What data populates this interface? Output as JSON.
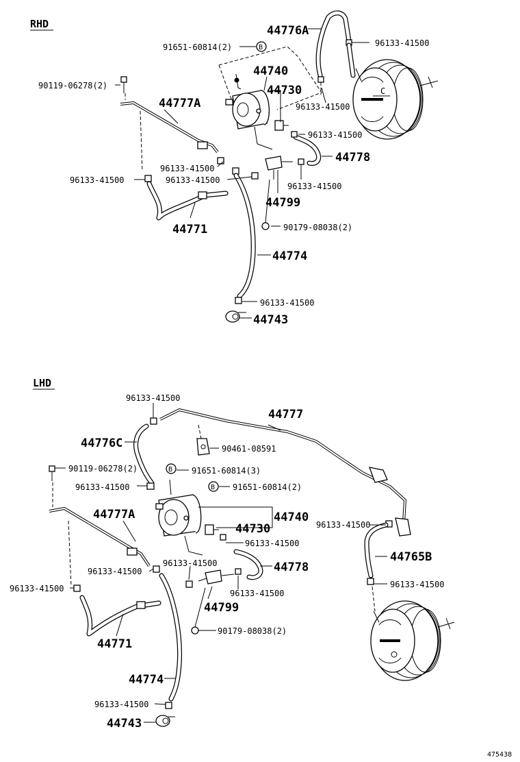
{
  "sections": {
    "rhd": "RHD",
    "lhd": "LHD"
  },
  "rhd_labels": {
    "p44776A": "44776A",
    "c96133_a": "96133-41500",
    "s91651": "91651-60814(2)",
    "b_mark": "B",
    "p44740": "44740",
    "p44730": "44730",
    "b90119": "90119-06278(2)",
    "p44777A": "44777A",
    "c96133_b": "96133-41500",
    "c96133_c": "96133-41500",
    "p44778": "44778",
    "c96133_d": "96133-41500",
    "c96133_e": "96133-41500",
    "c96133_f": "96133-41500",
    "c96133_g": "96133-41500",
    "p44799": "44799",
    "p44771": "44771",
    "c90179": "90179-08038(2)",
    "p44774": "44774",
    "c96133_h": "96133-41500",
    "p44743": "44743"
  },
  "lhd_labels": {
    "c96133_a": "96133-41500",
    "p44777": "44777",
    "p44776C": "44776C",
    "c90461": "90461-08591",
    "b90119": "90119-06278(2)",
    "s91651_3": "91651-60814(3)",
    "c96133_b": "96133-41500",
    "s91651_2": "91651-60814(2)",
    "p44777A": "44777A",
    "p44740": "44740",
    "p44730": "44730",
    "c96133_c": "96133-41500",
    "c96133_d": "96133-41500",
    "p44765B": "44765B",
    "c96133_e": "96133-41500",
    "p44778": "44778",
    "c96133_f": "96133-41500",
    "c96133_g": "96133-41500",
    "c96133_h": "96133-41500",
    "c96133_i": "96133-41500",
    "p44799": "44799",
    "p44771": "44771",
    "c90179": "90179-08038(2)",
    "p44774": "44774",
    "c96133_j": "96133-41500",
    "p44743": "44743",
    "b_mark": "B"
  },
  "figure_id": "475438"
}
